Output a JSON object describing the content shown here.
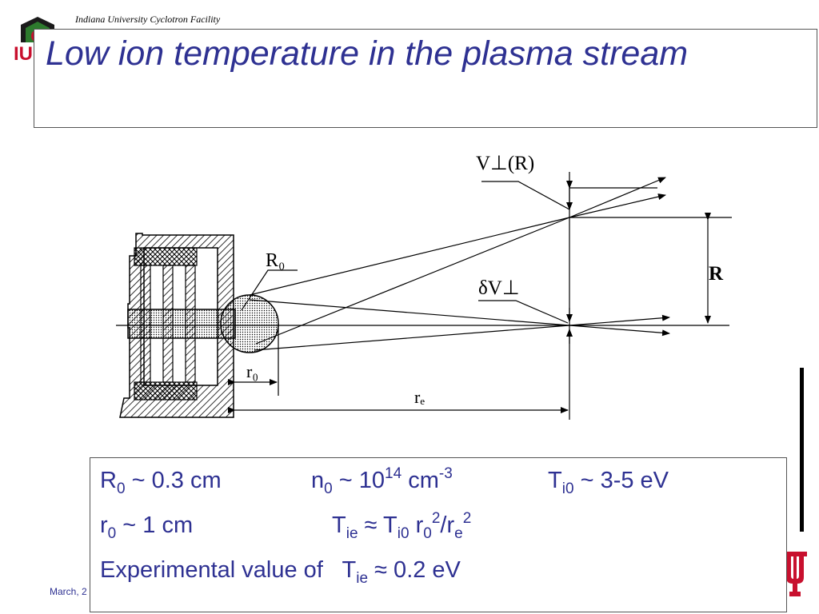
{
  "header": {
    "org": "Indiana University Cyclotron Facility",
    "logo_text": "IU",
    "title": "Low ion temperature in the plasma stream"
  },
  "diagram": {
    "labels": {
      "v_perp_r": "V⊥(R)",
      "r0_cap": "R₀",
      "delta_v": "δV⊥",
      "big_r": "R",
      "r0_small": "r₀",
      "re": "rₑ"
    }
  },
  "params": {
    "r0_big": {
      "sym": "R",
      "sub": "0",
      "rest": " ~ 0.3 cm"
    },
    "n0": {
      "sym": "n",
      "sub": "0",
      "mid": " ~ 10",
      "sup": "14",
      "unit": " cm",
      "unit_sup": "-3"
    },
    "ti0": {
      "sym": "T",
      "sub": "i0",
      "rest": " ~ 3-5 eV"
    },
    "r0_small": {
      "sym": "r",
      "sub": "0",
      "rest": " ~ 1 cm"
    },
    "tie_formula": {
      "sym": "T",
      "sub": "ie",
      "eq": " ≈ T",
      "sub2": "i0",
      "r": " r",
      "sub3": "0",
      "sup1": "2",
      "slash": "/r",
      "sub4": "e",
      "sup2": "2"
    },
    "experimental": {
      "text": "Experimental value of   T",
      "sub": "ie",
      "rest": " ≈ 0.2 eV"
    }
  },
  "footer": {
    "date": "March, 2"
  },
  "colors": {
    "title": "#2e3192",
    "text": "#2e3192",
    "logo_red": "#c8102e"
  }
}
